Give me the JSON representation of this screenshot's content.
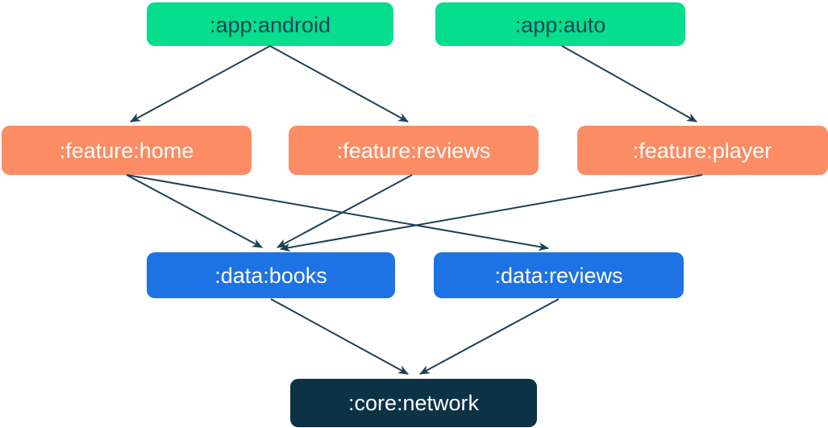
{
  "palette": {
    "background": "#FFFFFF",
    "app_module": "#04DE8D",
    "feature_module": "#FC8C64",
    "data_module": "#1D73E3",
    "core_module": "#0C3246",
    "edge": "#1C4254",
    "text_on_app": "#1E4355",
    "text_light": "#FFFFFF"
  },
  "nodes": [
    {
      "id": "app-android",
      "label": ":app:android",
      "type": "app",
      "fill": "#04DE8D",
      "text": "#1E4355"
    },
    {
      "id": "app-auto",
      "label": ":app:auto",
      "type": "app",
      "fill": "#04DE8D",
      "text": "#1E4355"
    },
    {
      "id": "feature-home",
      "label": ":feature:home",
      "type": "feature",
      "fill": "#FC8C64",
      "text": "#FFFFFF"
    },
    {
      "id": "feature-reviews",
      "label": ":feature:reviews",
      "type": "feature",
      "fill": "#FC8C64",
      "text": "#FFFFFF"
    },
    {
      "id": "feature-player",
      "label": ":feature:player",
      "type": "feature",
      "fill": "#FC8C64",
      "text": "#FFFFFF"
    },
    {
      "id": "data-books",
      "label": ":data:books",
      "type": "data",
      "fill": "#1D73E3",
      "text": "#FFFFFF"
    },
    {
      "id": "data-reviews",
      "label": ":data:reviews",
      "type": "data",
      "fill": "#1D73E3",
      "text": "#FFFFFF"
    },
    {
      "id": "core-network",
      "label": ":core:network",
      "type": "core",
      "fill": "#0C3246",
      "text": "#FFFFFF"
    }
  ],
  "edges": [
    {
      "from": ":app:android",
      "to": ":feature:home"
    },
    {
      "from": ":app:android",
      "to": ":feature:reviews"
    },
    {
      "from": ":app:auto",
      "to": ":feature:player"
    },
    {
      "from": ":feature:home",
      "to": ":data:books"
    },
    {
      "from": ":feature:home",
      "to": ":data:reviews"
    },
    {
      "from": ":feature:reviews",
      "to": ":data:books"
    },
    {
      "from": ":feature:player",
      "to": ":data:books"
    },
    {
      "from": ":data:books",
      "to": ":core:network"
    },
    {
      "from": ":data:reviews",
      "to": ":core:network"
    }
  ]
}
